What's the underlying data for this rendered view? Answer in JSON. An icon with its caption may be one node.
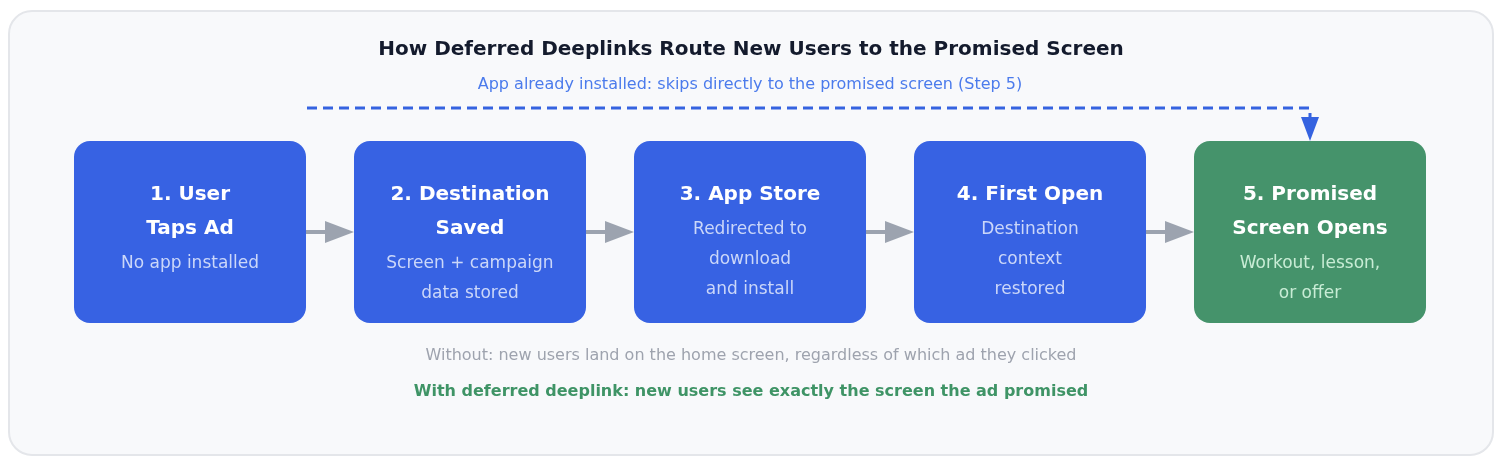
{
  "diagram": {
    "title": "How Deferred Deeplinks Route New Users to the Promised Screen",
    "nodes": [
      {
        "text": [
          "1. User Taps Ad",
          "No app installed"
        ]
      },
      {
        "text": [
          "2. Destination Saved",
          "Screen + campaign data stored"
        ]
      },
      {
        "text": [
          "3. App Store",
          "Redirected to download and install"
        ]
      },
      {
        "text": [
          "4. First Open",
          "Destination context restored"
        ]
      },
      {
        "text": [
          "5. Promised Screen Opens",
          "Workout, lesson, or offer"
        ]
      }
    ],
    "edges": [
      {
        "from": 0,
        "to": 1,
        "arrow": "to"
      },
      {
        "from": 1,
        "to": 2,
        "arrow": "to"
      },
      {
        "from": 2,
        "to": 3,
        "arrow": "to"
      },
      {
        "from": 3,
        "to": 4,
        "arrow": "to"
      },
      {
        "from": null,
        "to": 4,
        "arrow": "to",
        "label": "App already installed: skips directly to the promised screen (Step 5)",
        "style": "dashed",
        "color": "#3563e0"
      }
    ],
    "labels": [
      "Without: new users land on the home screen, regardless of which ad they clicked",
      "With deferred deeplink: new users see exactly the screen the ad promised"
    ]
  }
}
